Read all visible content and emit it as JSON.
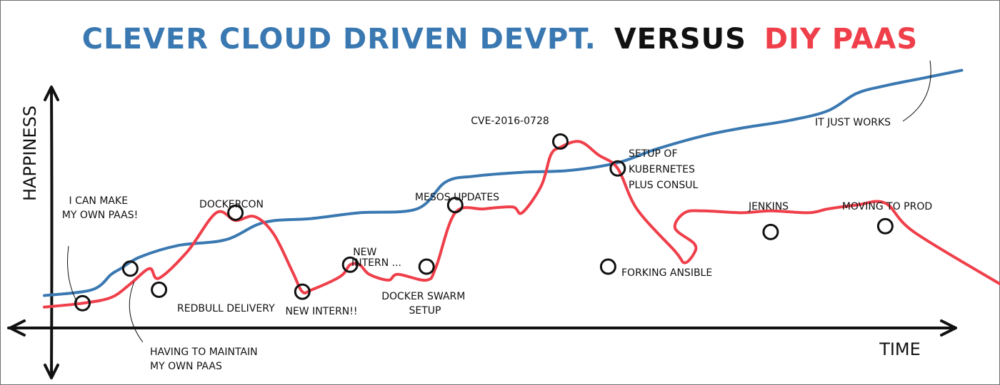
{
  "chart_data": {
    "type": "line",
    "title_parts": [
      {
        "text": "CLEVER CLOUD DRIVEN DEVPT.",
        "color": "#3a78b1"
      },
      {
        "text": "VERSUS",
        "color": "#111111"
      },
      {
        "text": "DIY PAAS",
        "color": "#ef3f4a"
      }
    ],
    "xlabel": "TIME",
    "ylabel": "HAPPINESS",
    "xlim": [
      0,
      100
    ],
    "ylim": [
      0,
      100
    ],
    "grid": false,
    "legend": "none",
    "series": [
      {
        "color": "#3a78b1",
        "x": [
          0,
          5,
          7,
          8,
          10,
          14,
          19,
          23,
          28,
          33,
          39,
          42,
          45,
          50,
          55,
          60,
          64,
          69,
          73,
          78,
          82,
          85,
          88,
          92,
          96
        ],
        "y": [
          15,
          18,
          26,
          29,
          35,
          41,
          44,
          53,
          55,
          58,
          60,
          74,
          77,
          79,
          80,
          84,
          91,
          98,
          102,
          106,
          111,
          120,
          124,
          128,
          132
        ]
      },
      {
        "color": "#ef3f4a",
        "x": [
          0,
          4,
          7,
          9,
          11,
          12,
          15,
          18,
          20,
          22,
          24,
          26,
          27,
          28,
          31,
          32,
          33,
          34,
          36,
          37,
          40,
          41,
          43,
          46,
          49,
          50,
          52,
          53,
          54,
          56,
          58,
          60,
          62,
          66,
          67,
          68,
          68,
          66,
          67,
          69,
          73,
          76,
          80,
          82,
          85,
          88,
          91,
          100
        ],
        "y": [
          9,
          11,
          14,
          21,
          29,
          24,
          38,
          58,
          54,
          56,
          47,
          27,
          17,
          18,
          25,
          31,
          31,
          26,
          23,
          26,
          23,
          30,
          58,
          60,
          61,
          58,
          72,
          88,
          92,
          95,
          88,
          81,
          60,
          38,
          32,
          37,
          42,
          50,
          58,
          59,
          58,
          59,
          58,
          60,
          62,
          63,
          48,
          21
        ]
      }
    ],
    "markers": [
      {
        "label": "I CAN MAKE MY OWN PAAS!",
        "x": 4,
        "y": 11
      },
      {
        "label": "HAVING TO MAINTAIN MY OWN PAAS",
        "x": 9,
        "y": 29
      },
      {
        "label": "REDBULL DELIVERY",
        "x": 12,
        "y": 18
      },
      {
        "label": "DOCKERCON",
        "x": 20,
        "y": 58
      },
      {
        "label": "NEW INTERN!!",
        "x": 27,
        "y": 17
      },
      {
        "label": "NEW INTERN ...",
        "x": 32,
        "y": 31
      },
      {
        "label": "DOCKER SWARM SETUP",
        "x": 40,
        "y": 30
      },
      {
        "label": "MESOS UPDATES",
        "x": 43,
        "y": 62
      },
      {
        "label": "CVE-2016-0728",
        "x": 54,
        "y": 95
      },
      {
        "label": "SETUP OF KUBERNETES PLUS CONSUL",
        "x": 60,
        "y": 81
      },
      {
        "label": "FORKING ANSIBLE",
        "x": 59,
        "y": 30
      },
      {
        "label": "JENKINS",
        "x": 76,
        "y": 48
      },
      {
        "label": "MOVING TO PROD",
        "x": 88,
        "y": 51
      }
    ],
    "annotation": {
      "label": "IT JUST WORKS",
      "target_series": 0
    }
  }
}
